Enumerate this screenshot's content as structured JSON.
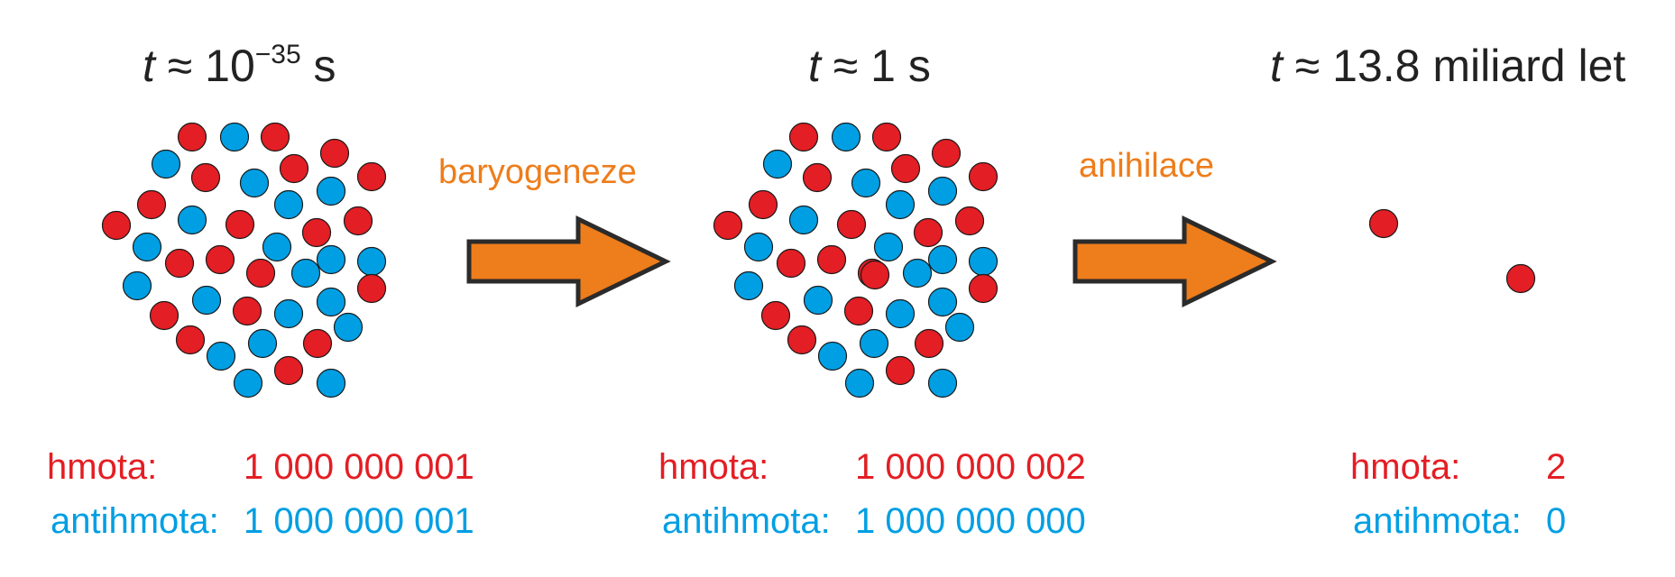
{
  "colors": {
    "matter": "#e31e24",
    "antimatter": "#009fe3",
    "arrow_fill": "#ee7d1b",
    "arrow_stroke": "#2b2b2b",
    "title": "#222222"
  },
  "stages": [
    {
      "time_var": "t",
      "time_prefix": " ≈ 10",
      "time_sup": "−35",
      "time_suffix": " s",
      "matter_label": "hmota:",
      "matter_value": "1 000 000 001",
      "antimatter_label": "antihmota:",
      "antimatter_value": "1 000 000 001"
    },
    {
      "time_var": "t",
      "time_prefix": " ≈ 1 s",
      "time_sup": "",
      "time_suffix": "",
      "matter_label": "hmota:",
      "matter_value": "1 000 000 002",
      "antimatter_label": "antihmota:",
      "antimatter_value": "1 000 000 000"
    },
    {
      "time_var": "t",
      "time_prefix": " ≈ 13.8 miliard let",
      "time_sup": "",
      "time_suffix": "",
      "matter_label": "hmota:",
      "matter_value": "2",
      "antimatter_label": "antihmota:",
      "antimatter_value": "0"
    }
  ],
  "arrows": [
    {
      "label": "baryogeneze"
    },
    {
      "label": "anihilace"
    }
  ]
}
